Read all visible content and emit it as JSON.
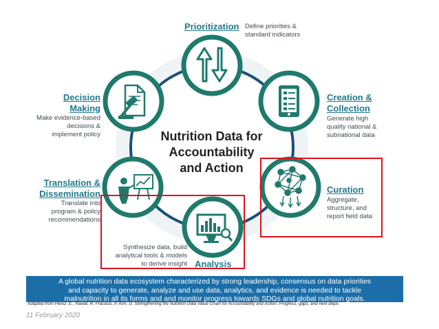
{
  "center_title": [
    "Nutrition Data for",
    "Accountability",
    "and Action"
  ],
  "stages": [
    {
      "id": "prioritization",
      "title": [
        "Prioritization"
      ],
      "description": [
        "Define priorities &",
        "standard indicators"
      ],
      "icon": "up-down-arrows-icon"
    },
    {
      "id": "creation",
      "title": [
        "Creation &",
        "Collection"
      ],
      "description": [
        "Generate high",
        "quality national &",
        "subnational data"
      ],
      "icon": "tablet-form-icon"
    },
    {
      "id": "curation",
      "title": [
        "Curation"
      ],
      "description": [
        "Aggregate,",
        "structure, and",
        "report field data"
      ],
      "icon": "network-nodes-icon"
    },
    {
      "id": "analysis",
      "title": [
        "Analysis"
      ],
      "description": [
        "Synthesize data, build",
        "analytical tools & models",
        "to derive insight"
      ],
      "icon": "monitor-chart-magnifier-icon"
    },
    {
      "id": "translation",
      "title": [
        "Translation &",
        "Dissemination"
      ],
      "description": [
        "Translate into",
        "program & policy",
        "recommendations"
      ],
      "icon": "presenter-board-icon"
    },
    {
      "id": "decision",
      "title": [
        "Decision",
        "Making"
      ],
      "description": [
        "Make evidence-based",
        "decisions &",
        "implement policy"
      ],
      "icon": "document-gavel-icon"
    }
  ],
  "banner": [
    "A global nutrition data ecosystem characterized by strong leadership, consensus on data priorities",
    "and capacity to generate, analyze and use data, analytics, and evidence is needed to tackle",
    "malnutrition in all its forms and and monitor progress towards SDGs and global nutrition goals."
  ],
  "citation": "Adapted from Piwoz, E., Rawat, R, Fracassi, P, Kim, D. Strengthening the Nutrition Data Value Chain for Accountability and Action: Progress, gaps, and next steps",
  "date": "11 February 2020",
  "colors": {
    "teal": "#1f7a6c",
    "ring": "#1b4f7a",
    "title_blue": "#1f7a8c",
    "banner": "#1b6ea8",
    "highlight": "#e0111b"
  }
}
